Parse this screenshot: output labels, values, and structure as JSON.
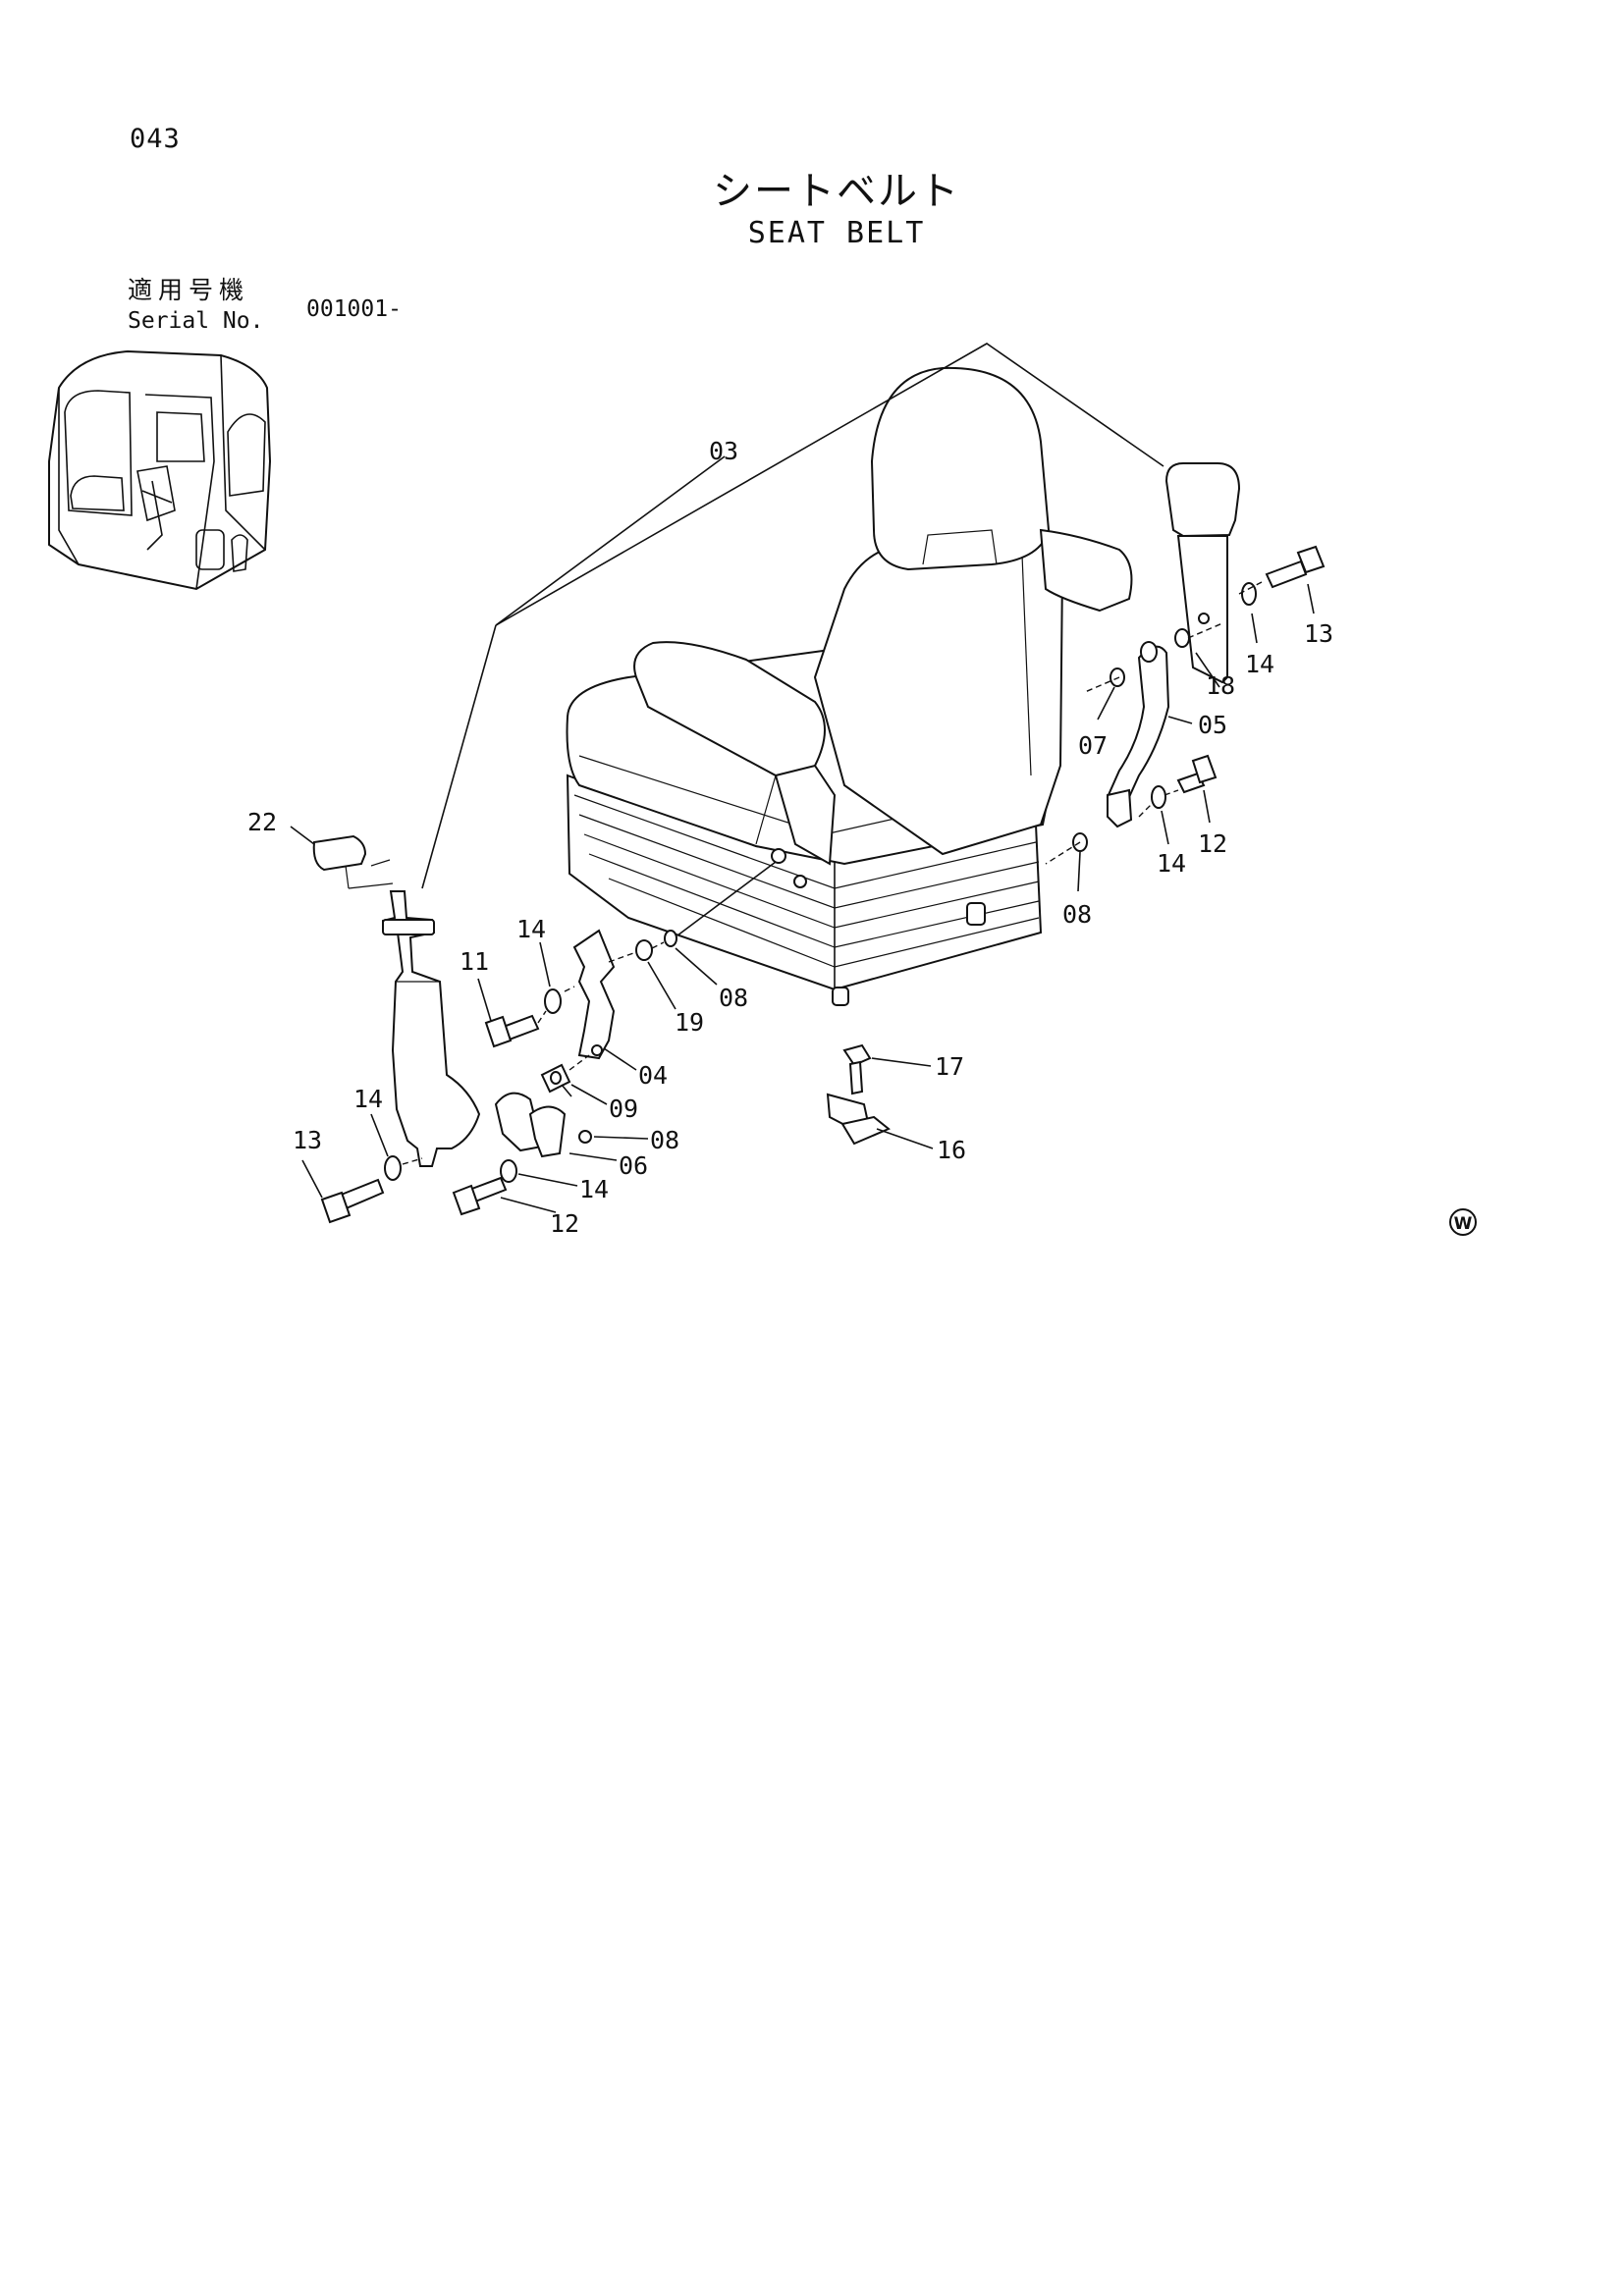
{
  "page_number": "043",
  "title_jp": "シートベルト",
  "title_en": "SEAT BELT",
  "serial": {
    "label_jp": "適用号機",
    "label_en": "Serial No.",
    "value": "001001-"
  },
  "callouts": {
    "c03": "03",
    "c05": "05",
    "c07": "07",
    "c18": "18",
    "c14a": "14",
    "c13a": "13",
    "c12a": "12",
    "c14b": "14",
    "c08a": "08",
    "c22": "22",
    "c14c": "14",
    "c11": "11",
    "c19": "19",
    "c08b": "08",
    "c04": "04",
    "c09": "09",
    "c08c": "08",
    "c06": "06",
    "c14d": "14",
    "c12b": "12",
    "c13b": "13",
    "c14e": "14",
    "c17": "17",
    "c16": "16"
  },
  "watermark": "W"
}
